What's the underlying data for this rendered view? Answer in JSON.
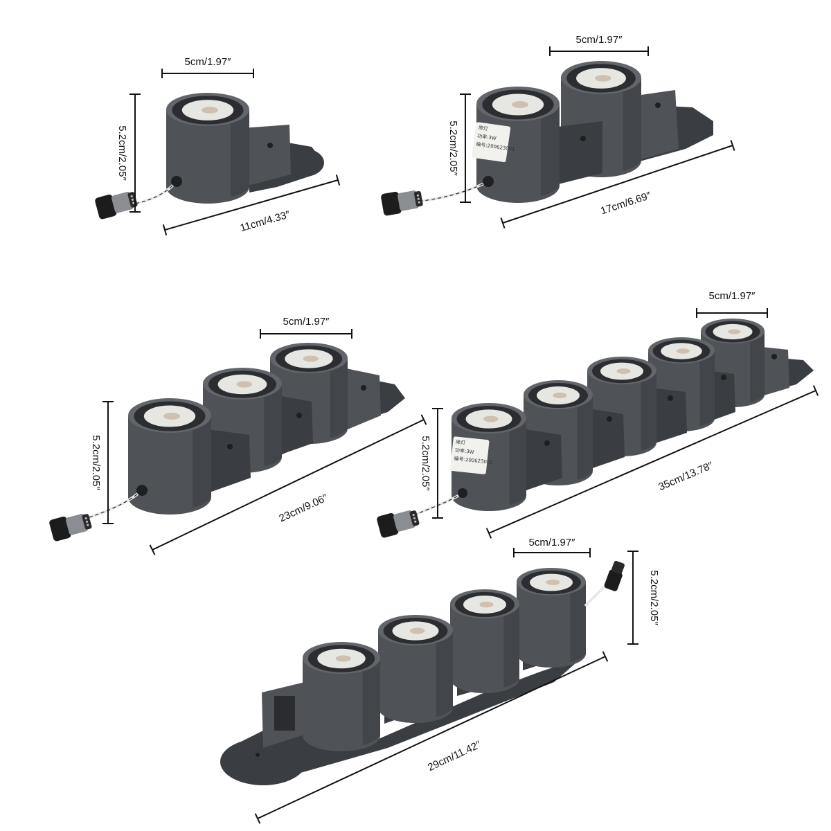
{
  "colors": {
    "housing": "#4f5256",
    "housing_dark": "#3a3d41",
    "housing_light": "#62666a",
    "bezel": "#2b2d30",
    "lens": "#e6e6e3",
    "lens_core": "#c9b6a3",
    "dim_line": "#111111",
    "background": "#ffffff"
  },
  "products": [
    {
      "name": "1-head spot light",
      "head_count": 1,
      "dimensions": {
        "head_width": "5cm/1.97″",
        "height": "5.2cm/2.05″",
        "length": "11cm/4.33″"
      }
    },
    {
      "name": "2-head spot light",
      "head_count": 2,
      "label_text": [
        "庠灯",
        "功率:3W",
        "编号:200623001"
      ],
      "dimensions": {
        "head_width": "5cm/1.97″",
        "height": "5.2cm/2.05″",
        "length": "17cm/6.69″"
      }
    },
    {
      "name": "3-head spot light",
      "head_count": 3,
      "dimensions": {
        "head_width": "5cm/1.97″",
        "height": "5.2cm/2.05″",
        "length": "23cm/9.06″"
      }
    },
    {
      "name": "5-head spot light",
      "head_count": 5,
      "label_text": [
        "庠灯",
        "功率:3W",
        "编号:200623001"
      ],
      "dimensions": {
        "head_width": "5cm/1.97″",
        "height": "5.2cm/2.05″",
        "length": "35cm/13.78″"
      }
    },
    {
      "name": "4-head spot light",
      "head_count": 4,
      "dimensions": {
        "head_width": "5cm/1.97″",
        "height": "5.2cm/2.05″",
        "length": "29cm/11.42″"
      }
    }
  ]
}
